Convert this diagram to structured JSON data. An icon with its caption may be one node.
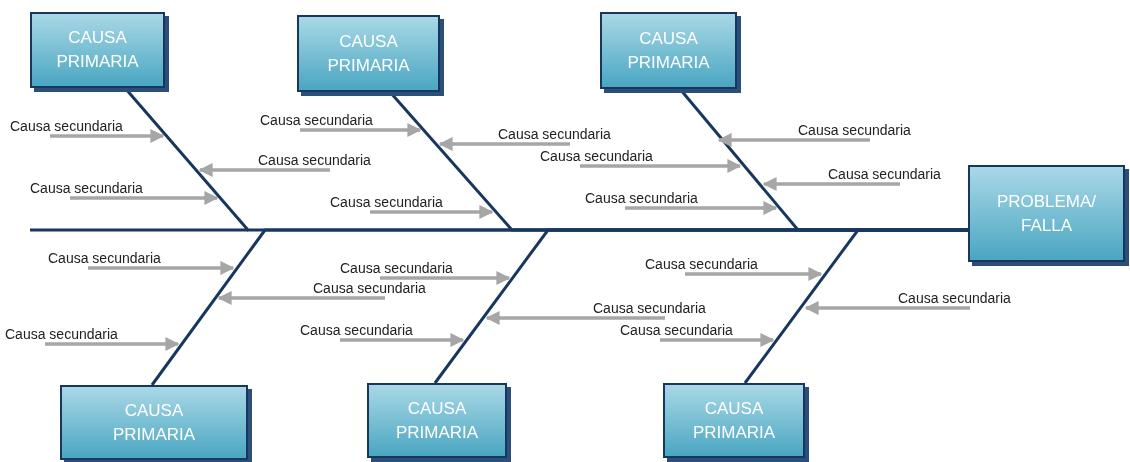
{
  "diagram": {
    "nodes": [
      {
        "text": [
          "CAUSA PRIMARIA"
        ]
      },
      {
        "text": [
          "CAUSA PRIMARIA"
        ]
      },
      {
        "text": [
          "CAUSA PRIMARIA"
        ]
      },
      {
        "text": [
          "PROBLEMA/ FALLA"
        ]
      },
      {
        "text": [
          "CAUSA PRIMARIA"
        ]
      },
      {
        "text": [
          "CAUSA PRIMARIA"
        ]
      },
      {
        "text": [
          "CAUSA PRIMARIA"
        ]
      },
      {
        "text": [
          "Causa secundaria"
        ]
      },
      {
        "text": [
          "Causa secundaria"
        ]
      },
      {
        "text": [
          "Causa secundaria"
        ]
      },
      {
        "text": [
          "Causa secundaria"
        ]
      },
      {
        "text": [
          "Causa secundaria"
        ]
      },
      {
        "text": [
          "Causa secundaria"
        ]
      },
      {
        "text": [
          "Causa secundaria"
        ]
      },
      {
        "text": [
          "Causa secundaria"
        ]
      },
      {
        "text": [
          "Causa secundaria"
        ]
      },
      {
        "text": [
          "Causa secundaria"
        ]
      },
      {
        "text": [
          "Causa secundaria"
        ]
      },
      {
        "text": [
          "Causa secundaria"
        ]
      },
      {
        "text": [
          "Causa secundaria"
        ]
      },
      {
        "text": [
          "Causa secundaria"
        ]
      },
      {
        "text": [
          "Causa secundaria"
        ]
      },
      {
        "text": [
          "Causa secundaria"
        ]
      },
      {
        "text": [
          "Causa secundaria"
        ]
      },
      {
        "text": [
          "Causa secundaria"
        ]
      },
      {
        "text": [
          "Causa secundaria"
        ]
      }
    ],
    "edges": [
      {
        "from": 0,
        "to": 3,
        "arrow": "none",
        "color": "#17375e"
      },
      {
        "from": 1,
        "to": 3,
        "arrow": "none",
        "color": "#17375e"
      },
      {
        "from": 2,
        "to": 3,
        "arrow": "none",
        "color": "#17375e"
      },
      {
        "from": 4,
        "to": 3,
        "arrow": "none",
        "color": "#17375e"
      },
      {
        "from": 5,
        "to": 3,
        "arrow": "none",
        "color": "#17375e"
      },
      {
        "from": 6,
        "to": 3,
        "arrow": "none",
        "color": "#17375e"
      },
      {
        "from": 7,
        "to": null,
        "arrow": "to"
      },
      {
        "from": 8,
        "to": null,
        "arrow": "to"
      },
      {
        "from": 9,
        "to": null,
        "arrow": "to"
      },
      {
        "from": 10,
        "to": null,
        "arrow": "to"
      },
      {
        "from": 11,
        "to": null,
        "arrow": "to"
      },
      {
        "from": 12,
        "to": null,
        "arrow": "to"
      },
      {
        "from": 13,
        "to": null,
        "arrow": "to"
      },
      {
        "from": 14,
        "to": null,
        "arrow": "to"
      },
      {
        "from": 15,
        "to": null,
        "arrow": "to"
      },
      {
        "from": 16,
        "to": null,
        "arrow": "to"
      },
      {
        "from": 17,
        "to": null,
        "arrow": "to"
      },
      {
        "from": 18,
        "to": null,
        "arrow": "to"
      },
      {
        "from": 19,
        "to": null,
        "arrow": "to"
      },
      {
        "from": 20,
        "to": null,
        "arrow": "to"
      },
      {
        "from": 21,
        "to": null,
        "arrow": "to"
      },
      {
        "from": 22,
        "to": null,
        "arrow": "to"
      },
      {
        "from": 23,
        "to": null,
        "arrow": "to"
      },
      {
        "from": 24,
        "to": null,
        "arrow": "to"
      },
      {
        "from": 25,
        "to": null,
        "arrow": "to"
      }
    ]
  }
}
